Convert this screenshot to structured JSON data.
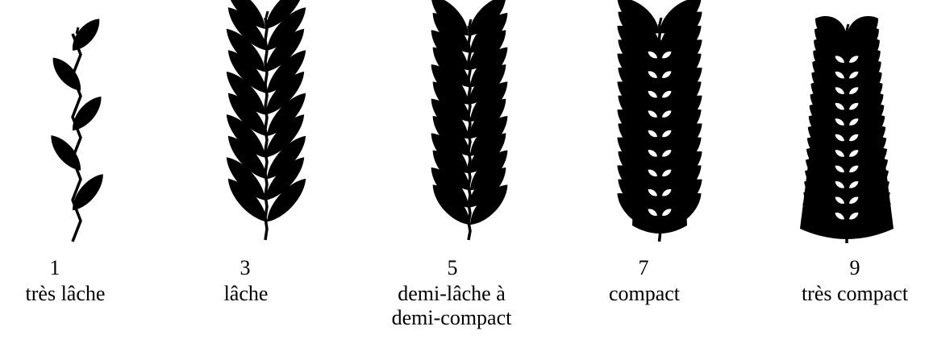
{
  "figure": {
    "ink_color": "#000000",
    "background_color": "#ffffff",
    "panicles": [
      {
        "score": "1",
        "description": [
          "très lâche"
        ],
        "density": "very-loose"
      },
      {
        "score": "3",
        "description": [
          "lâche"
        ],
        "density": "loose"
      },
      {
        "score": "5",
        "description": [
          "demi-lâche à",
          "demi-compact"
        ],
        "density": "semi"
      },
      {
        "score": "7",
        "description": [
          "compact"
        ],
        "density": "compact"
      },
      {
        "score": "9",
        "description": [
          "très compact"
        ],
        "density": "very-compact"
      }
    ]
  }
}
